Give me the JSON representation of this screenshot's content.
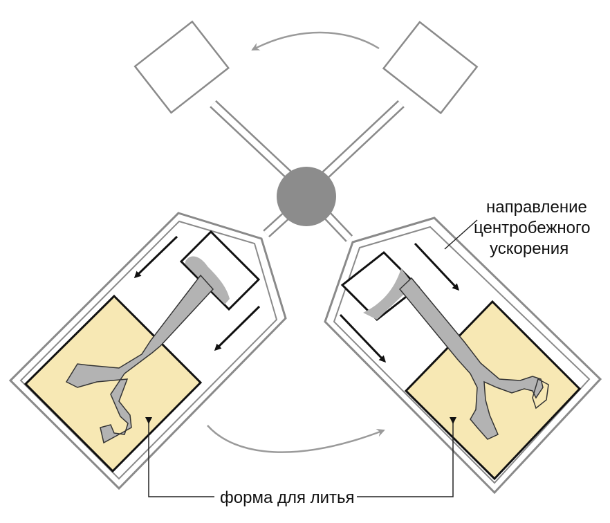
{
  "labels": {
    "direction_line1": "направление",
    "direction_line2": "центробежного",
    "direction_line3": "ускорения",
    "mold": "форма для литья"
  },
  "colors": {
    "outline": "#8a8a8a",
    "hub": "#8c8c8c",
    "mold_fill": "#f7e8b4",
    "casting_fill": "#b3b3b3",
    "arrow": "#111111",
    "leader": "#222222",
    "rotation_arrow": "#9a9a9a"
  },
  "icons": {
    "rotation": "curved-arrow-icon",
    "acceleration": "straight-arrow-icon"
  }
}
